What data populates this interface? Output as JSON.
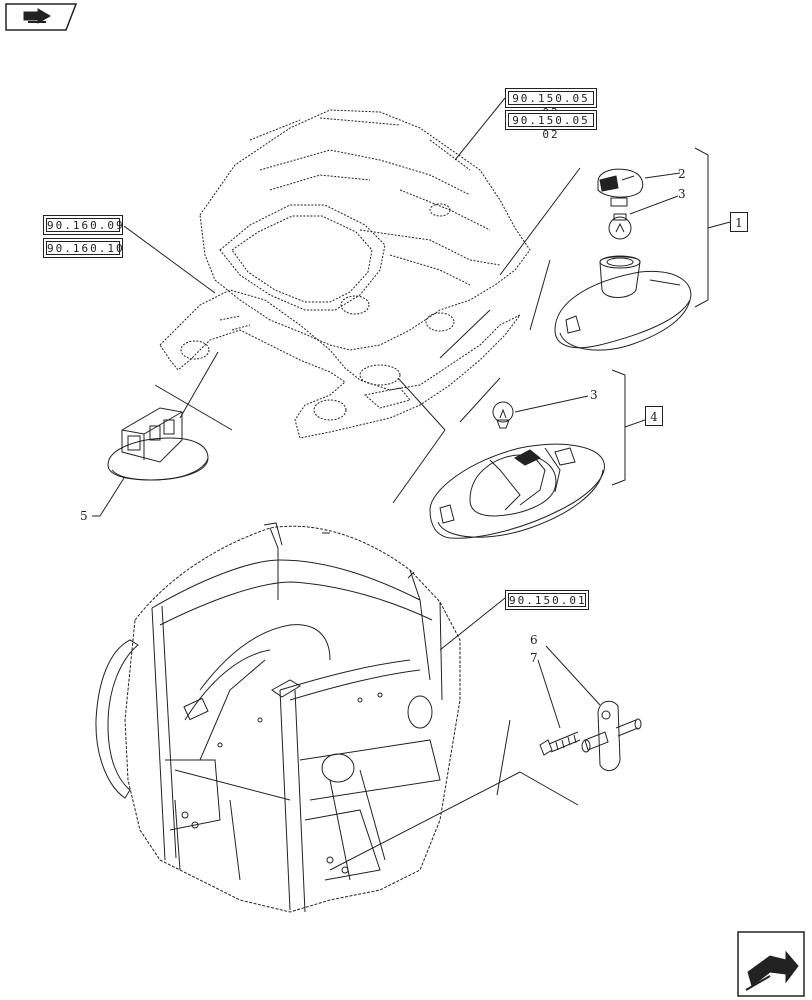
{
  "references": {
    "roof_ref_1": "90.150.05 02",
    "roof_ref_2": "90.150.05 02",
    "left_ref_1": "90.160.09",
    "left_ref_2": "90.160.10",
    "cab_ref": "90.150.01"
  },
  "callouts": {
    "c2": "2",
    "c3_top": "3",
    "c3_mid": "3",
    "c5": "5",
    "c6": "6",
    "c7": "7"
  },
  "groups": {
    "group_1": "1",
    "group_4": "4"
  },
  "icons": {
    "top_left": "book-arrow-icon",
    "bottom_right": "next-page-arrow-icon"
  }
}
